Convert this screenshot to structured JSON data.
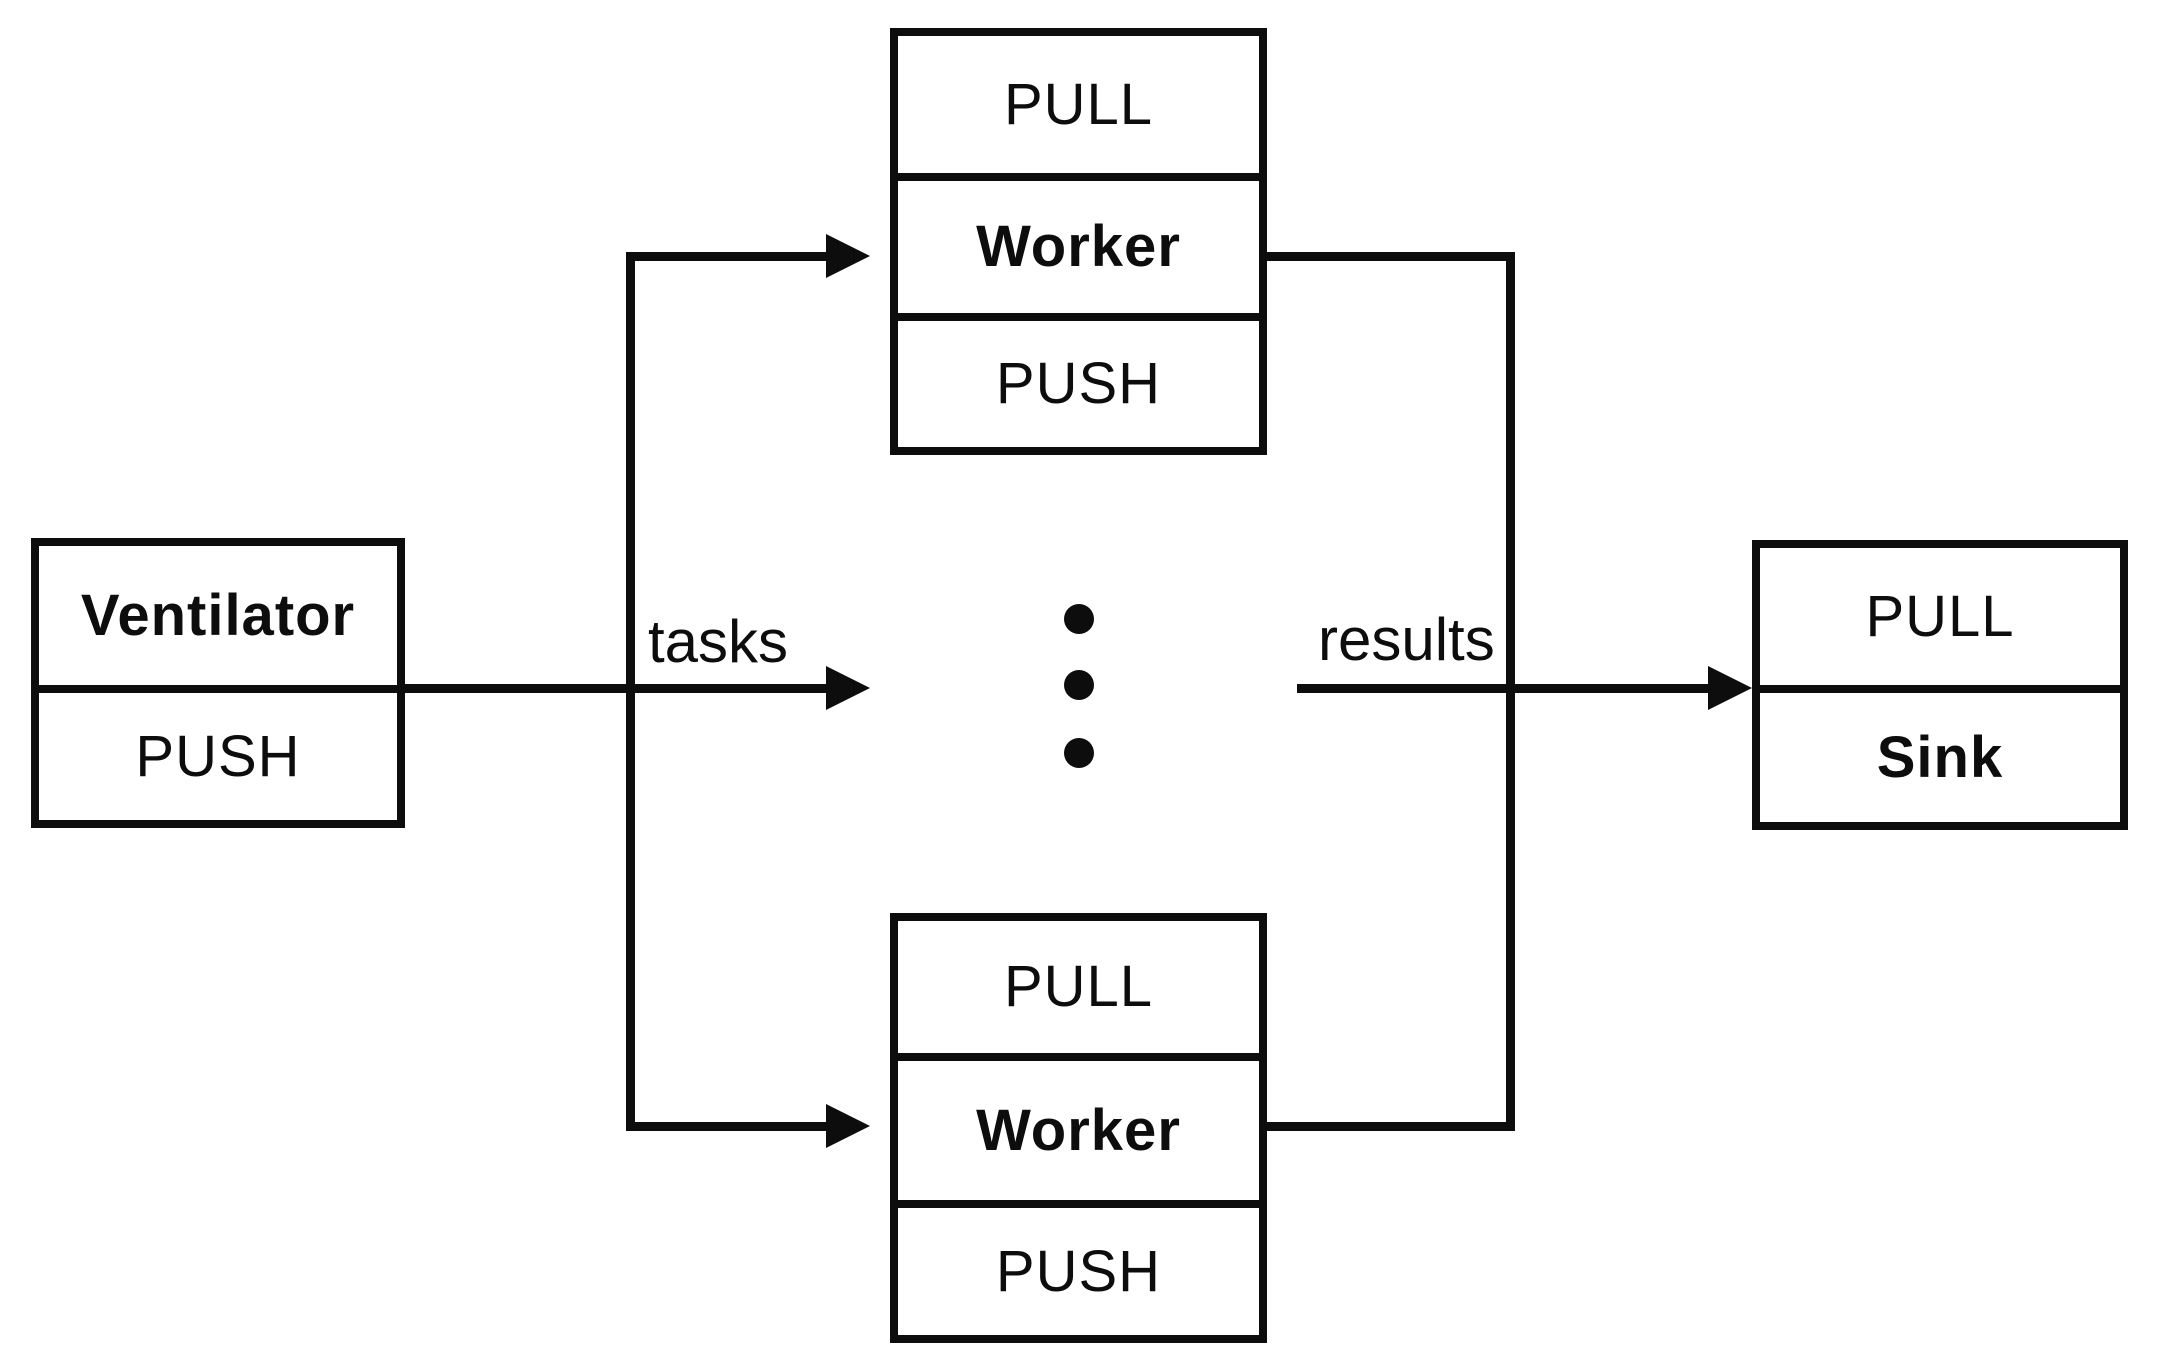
{
  "diagram": {
    "description": "Ventilator push-pull pipeline with parallel workers and a sink",
    "colors": {
      "background": "#ffffff",
      "line": "#0d0d0d",
      "text": "#0d0d0d"
    }
  },
  "nodes": {
    "ventilator": {
      "title": "Ventilator",
      "socket_bottom": "PUSH"
    },
    "worker_top": {
      "socket_top": "PULL",
      "title": "Worker",
      "socket_bottom": "PUSH"
    },
    "worker_bottom": {
      "socket_top": "PULL",
      "title": "Worker",
      "socket_bottom": "PUSH"
    },
    "sink": {
      "socket_top": "PULL",
      "title": "Sink"
    }
  },
  "edges": {
    "tasks": {
      "label": "tasks"
    },
    "results": {
      "label": "results"
    }
  },
  "ellipsis": {
    "dot_count": 3,
    "meaning": "more workers"
  }
}
